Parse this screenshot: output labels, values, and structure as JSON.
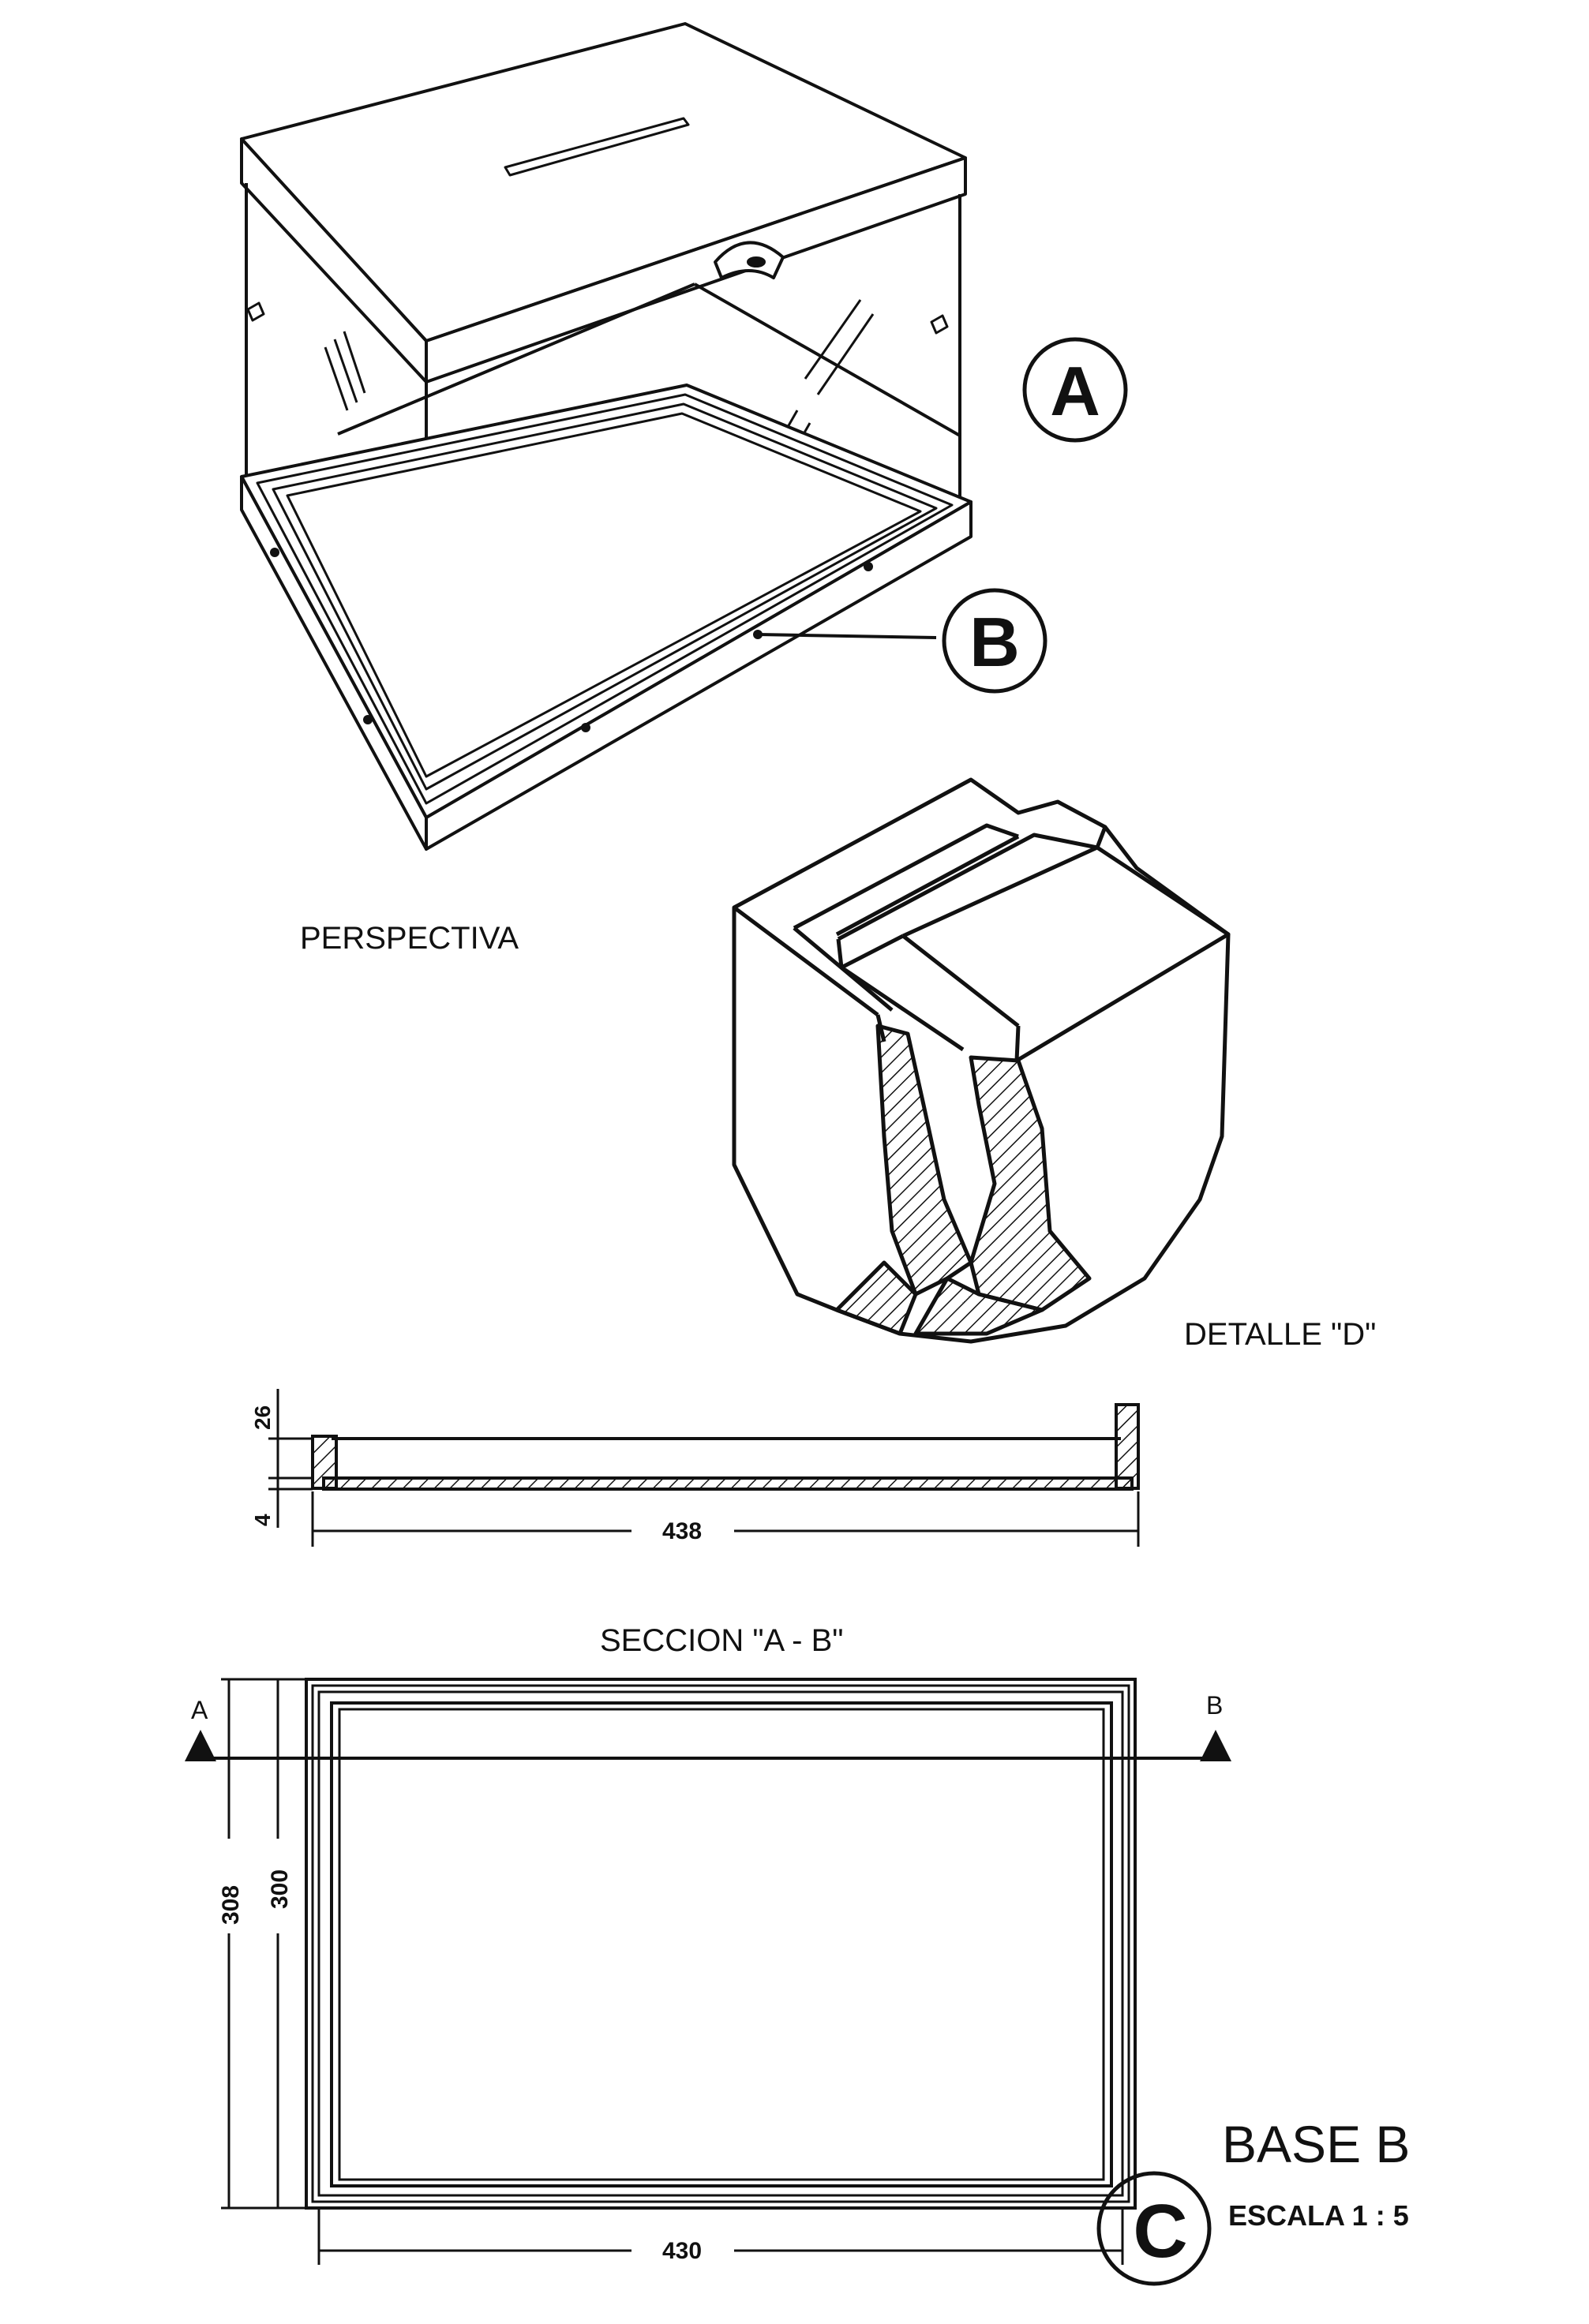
{
  "callouts": {
    "a": "A",
    "b": "B",
    "c": "C"
  },
  "views": {
    "perspective_label": "PERSPECTIVA",
    "detail_label": "DETALLE \"D\"",
    "section_label": "SECCION \"A - B\""
  },
  "section_dimensions": {
    "wall_height": "26",
    "floor_thickness": "4",
    "overall_length": "438"
  },
  "plan_dimensions": {
    "inner_length": "430",
    "outer_width": "308",
    "inner_width": "300",
    "cut_start": "A",
    "cut_end": "B"
  },
  "title_block": {
    "title": "BASE  B",
    "scale": "ESCALA  1 : 5"
  },
  "colors": {
    "ink": "#111111",
    "paper": "#ffffff"
  }
}
